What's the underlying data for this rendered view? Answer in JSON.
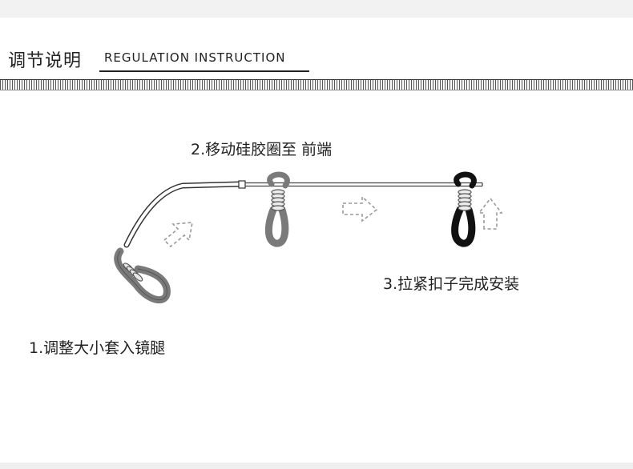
{
  "header": {
    "title_cn": "调节说明",
    "title_en": "REGULATION INSTRUCTION"
  },
  "steps": {
    "step1": "1.调整大小套入镜腿",
    "step2": "2.移动硅胶圈至 前端",
    "step3": "3.拉紧扣子完成安装"
  },
  "colors": {
    "loop_gray": "#7a7a7a",
    "loop_black": "#111111",
    "rod": "#444444",
    "arrow": "#999999"
  },
  "icons": [
    "dashed-arrow-up-right-icon",
    "dashed-arrow-right-icon",
    "dashed-arrow-up-icon"
  ]
}
